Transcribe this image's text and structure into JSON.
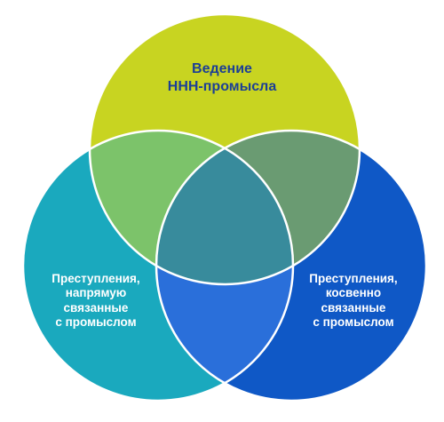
{
  "diagram": {
    "type": "venn-3",
    "sets": [
      {
        "id": "top",
        "label": "Ведение\nННН-промысла",
        "color": "#c8d421"
      },
      {
        "id": "left",
        "label": "Преступления,\nнапрямую\nсвязанные\nс промыслом",
        "color": "#1aa9be"
      },
      {
        "id": "right",
        "label": "Преступления,\nкосвенно\nсвязанные\nс промыслом",
        "color": "#0f58c6"
      }
    ],
    "overlap_colors": {
      "top_left": "#7cc36a",
      "top_right": "#6a9b72",
      "left_right": "#2a6fda",
      "center": "#388b9c"
    },
    "outline_color": "#ffffff"
  }
}
